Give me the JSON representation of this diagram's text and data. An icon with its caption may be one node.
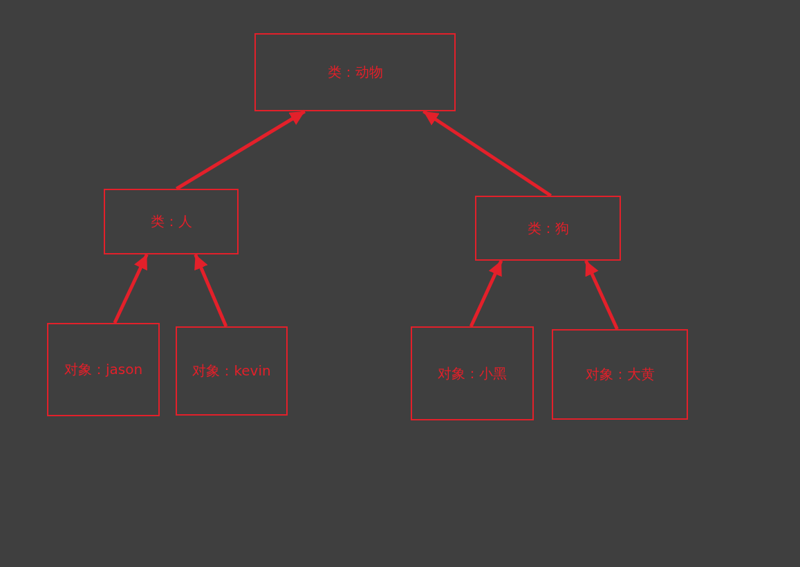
{
  "diagram": {
    "nodes": [
      {
        "text": [
          "类：动物"
        ]
      },
      {
        "text": [
          "类：人"
        ]
      },
      {
        "text": [
          "类：狗"
        ]
      },
      {
        "text": [
          "对象：jason"
        ]
      },
      {
        "text": [
          "对象：kevin"
        ]
      },
      {
        "text": [
          "对象：小黑"
        ]
      },
      {
        "text": [
          "对象：大黄"
        ]
      }
    ],
    "edges": [
      {
        "from": 1,
        "to": 0,
        "arrow": "to"
      },
      {
        "from": 2,
        "to": 0,
        "arrow": "to"
      },
      {
        "from": 3,
        "to": 1,
        "arrow": "to"
      },
      {
        "from": 4,
        "to": 1,
        "arrow": "to"
      },
      {
        "from": 5,
        "to": 2,
        "arrow": "to"
      },
      {
        "from": 6,
        "to": 2,
        "arrow": "to"
      }
    ]
  }
}
